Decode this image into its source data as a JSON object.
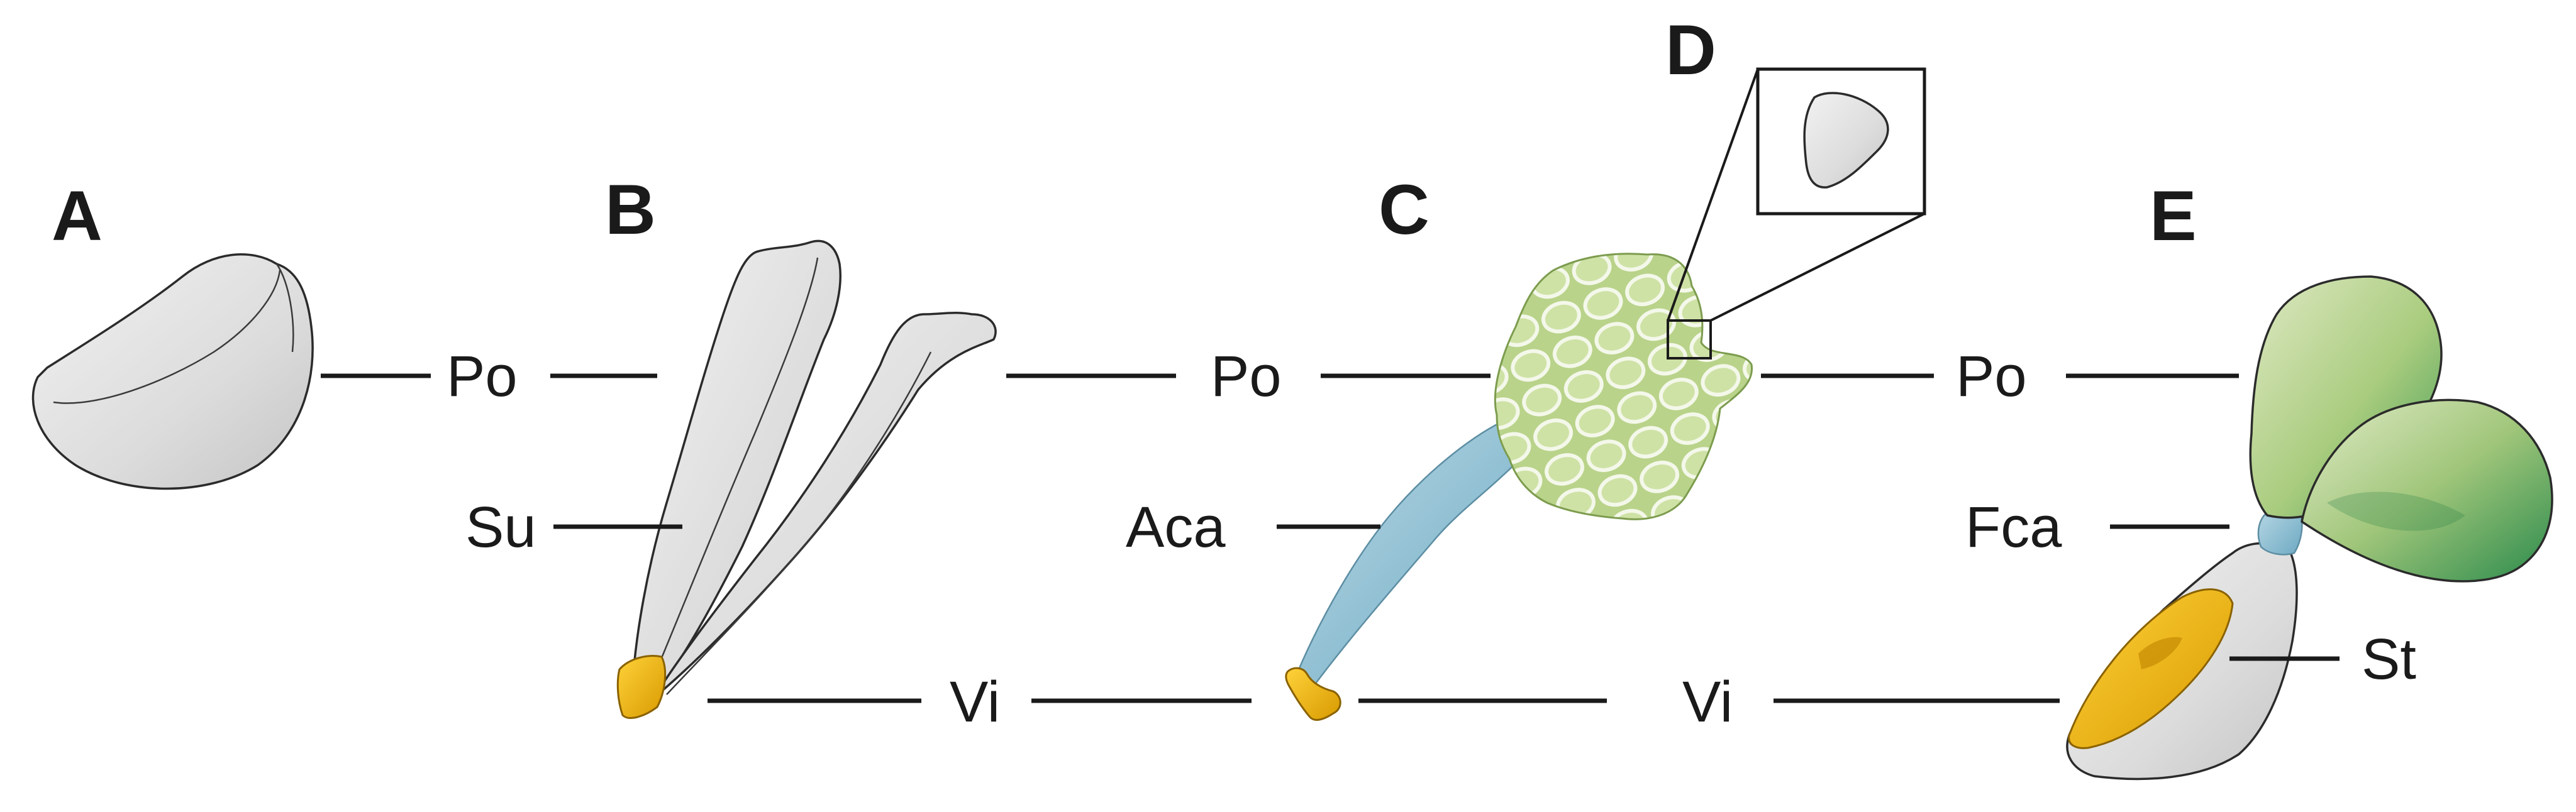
{
  "panels": {
    "a": "A",
    "b": "B",
    "c": "C",
    "d": "D",
    "e": "E"
  },
  "labels": {
    "po_a": "Po",
    "po_b": "Po",
    "po_c": "Po",
    "su": "Su",
    "aca": "Aca",
    "fca": "Fca",
    "vi_b": "Vi",
    "vi_c": "Vi",
    "st": "St"
  },
  "colors": {
    "pollinium_grey": "#dcdcdc",
    "viscidium_yellow": "#f0b800",
    "caudicle_blue": "#8fc1d4",
    "pollinium_green": "#b9d38a",
    "dark_green": "#2e8a4a",
    "outline": "#2b2b2b"
  }
}
